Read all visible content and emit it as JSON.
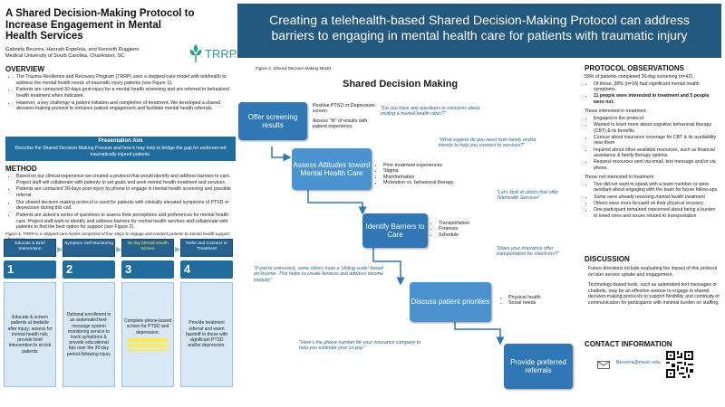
{
  "left": {
    "title": "A Shared Decision-Making Protocol to Increase Engagement in Mental Health Services",
    "authors": "Gabriela Becerra, Hannah Espeleta, and Kenneth Ruggiero",
    "affiliation": "Medical University of South Carolina, Charleston, SC",
    "logo_text": "TRRP",
    "overview_heading": "OVERVIEW",
    "overview": [
      "The Trauma Resilience and Recovery Program (TRRP) uses a stepped-care model with telehealth to address the mental health needs of traumatic injury patients (see Figure 1).",
      "Patients are contacted 30 days post-injury for a mental health screening and are referred to behavioral health treatment when indicated.",
      "However, a key challenge is patient initiation and completion of treatment. We developed a shared decision-making protocol to enhance patient engagement and facilitate mental health referrals."
    ],
    "aim_heading": "Presentation Aim",
    "aim_text": "Describe the Shared Decision-Making Process and how it may help to bridge the gap for underserved traumatically injured patients.",
    "method_heading": "METHOD",
    "method": [
      "Based on our clinical experience we created a protocol that would identify and address barriers to care. Project staff will collaborate with patients to set goals and seek mental health treatment and services.",
      "Patients are contacted 30-days post-injury by phone to engage in mental health screening and possible referral.",
      "Our shared decision-making protocol is used for patients with clinically elevated symptoms of PTSD or depression during this call.",
      "Patients are asked a series of questions to assess their perceptions and preferences for mental health care. Project staff work to identify and address barriers for mental health services and collaborate with patients to find the best option for support (see Figure 2)."
    ],
    "fig1_caption": "Figure 1. TRRP is a stepped-care model comprised of four steps to engage and connect patients to mental health support after injury",
    "steps": [
      {
        "header": "Educate & Brief Intervention",
        "num": "1",
        "body": "Educate & screen patients at bedside after injury; assess for mental health risk; provide brief intervention to at-risk patients",
        "highlight": false
      },
      {
        "header": "Symptom Self-Monitoring",
        "num": "2",
        "body": "Optional enrollment in an automated text-message system monitoring service to track symptoms & provide educational tips over the 30-day period following injury",
        "highlight": false
      },
      {
        "header": "30-day Mental Health Screen",
        "num": "3",
        "body": "Complete phone-based screen for PTSD and depression;",
        "highlight": true
      },
      {
        "header": "Refer and Connect to Treatment",
        "num": "4",
        "body": "Provide treatment referral and warm handoff to those with significant PTSD and/or depression.",
        "highlight": false
      }
    ]
  },
  "banner": "Creating a telehealth-based Shared Decision-Making Protocol can address barriers to engaging in mental health care for patients with traumatic injury",
  "flow": {
    "fig2_caption": "Figure 2. Shared Decision Making Model",
    "title": "Shared Decision Making",
    "steps": [
      "Offer screening results",
      "Assess Attitudes toward Mental Health Care",
      "Identify Barriers to Care",
      "Discuss patient priorities",
      "Provide preferred referrals"
    ],
    "note1_a": "Positive PTSD or Depression screen",
    "note1_b": "Assess \"fit\" of results with patient experience",
    "note2": [
      "Prior treatment experiences",
      "Stigma",
      "Misinformation",
      "Motivation vs. behavioral therapy"
    ],
    "note3": [
      "Transportation",
      "Finances",
      "Schedule"
    ],
    "note4": [
      "Physical health",
      "Social needs"
    ],
    "quotes": [
      "\"Do you have any questions or concerns about visiting a mental health clinic?\"",
      "\"What support do you need from family and/or friends to help you connect to services?\"",
      "\"Let's look at clinics that offer Telehealth Services\"",
      "\"Does your insurance offer transportation for check-ins?\"",
      "\"If you're uninsured, some clinics have a 'sliding scale' based on income. This helps to create fairness and address income inequity\"",
      "\"Here's the phone number for your insurance company to help you estimate your co-pay.\""
    ]
  },
  "right": {
    "obs_heading": "PROTOCOL OBSERVATIONS",
    "obs_intro": "59% of patients completed 30-day screening (n=42).",
    "obs_bullets": [
      "Of those, 38% (n=16) had significant mental health symptoms.",
      "11 people were interested in treatment and 5 people were not."
    ],
    "interested_heading": "Those interested in treatment:",
    "interested": [
      "Engaged in the protocol",
      "Wanted to learn more about cognitive behavioral therapy (CBT) & its benefits",
      "Curious about insurance coverage for CBT & its availability near them",
      "Inquired about other available resources, such as financial assistance & family therapy options.",
      "Request resources sent via email, text message and/or via phone."
    ],
    "not_heading": "Those not interested in treatment",
    "not_interested": [
      "Two did not want to speak with a team member or were avoidant about engaging with the team for future follow-ups.",
      "Some were already receiving mental health treatment",
      "Others were more focused on their physical recovery",
      "One participant remained concerned about being a burden to loved ones and issues related to transportation"
    ],
    "disc_heading": "DISCUSSION",
    "disc": [
      "Future directions include evaluating the impact of this protocol on later service uptake and engagement.",
      "Technology-based tools, such as automated text messages or chatbots, may be an effective avenue to engage in shared decision-making protocols to support flexibility and continuity of communication for participants with minimal burden on staffing."
    ],
    "contact_heading": "CONTACT INFORMATION",
    "email": "Becerra@musc.edu"
  }
}
